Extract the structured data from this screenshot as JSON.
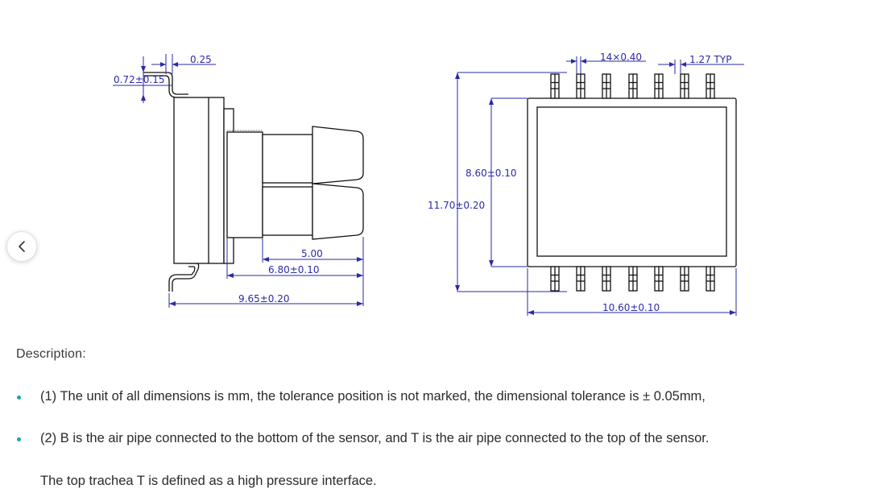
{
  "drawing": {
    "side_view": {
      "dim_lead_thickness": "0.25",
      "dim_standoff": "0.72±0.15",
      "dim_pipe_length": "5.00",
      "dim_body_width": "6.80±0.10",
      "dim_overall_width": "9.65±0.20"
    },
    "top_view": {
      "dim_pin_width": "14×0.40",
      "dim_pitch": "1.27  TYP",
      "dim_body_length": "8.60±0.10",
      "dim_overall_length": "11.70±0.20",
      "dim_body_width": "10.60±0.10"
    },
    "line_color": "#2a2aa8"
  },
  "description": {
    "heading": "Description:",
    "items": [
      "(1) The unit of all dimensions is mm, the tolerance position is not marked, the dimensional tolerance is  ± 0.05mm,",
      "(2) B is the air pipe connected to the bottom of the sensor, and T is the air pipe connected to the top of the sensor."
    ],
    "continuation": "The top trachea T is defined as a high pressure interface."
  },
  "accent_color": "#1aa5a5",
  "nav": {
    "icon": "chevron-left-icon"
  }
}
